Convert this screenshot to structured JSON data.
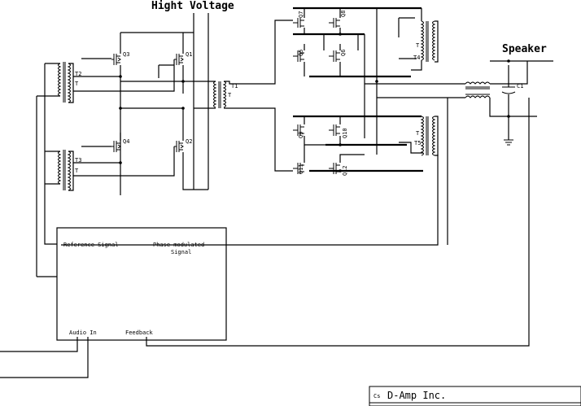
{
  "diagram": {
    "title": "Hight Voltage",
    "speaker_label": "Speaker",
    "labels": {
      "q3": "Q3",
      "q1": "Q1",
      "q4": "Q4",
      "q2": "Q2",
      "t2a": "T2",
      "t2b": "T",
      "t3a": "T3",
      "t3b": "T",
      "t1a": "T1",
      "t1b": "T",
      "q7": "Q7",
      "q8": "Q8",
      "q5": "Q5",
      "q6": "Q6",
      "q9": "Q9",
      "q10": "Q10",
      "q11": "Q11",
      "q12": "Q12",
      "t4a": "T",
      "t4b": "T4",
      "t5a": "T",
      "t5b": "T5",
      "c1": "C1"
    },
    "controller": {
      "reference": "Reference Signal",
      "phase_line1": "Phase modulated",
      "phase_line2": "Signal",
      "audio_in": "Audio In",
      "feedback": "Feedback"
    },
    "title_block": {
      "logo": "Cs",
      "company": "D-Amp Inc."
    }
  }
}
